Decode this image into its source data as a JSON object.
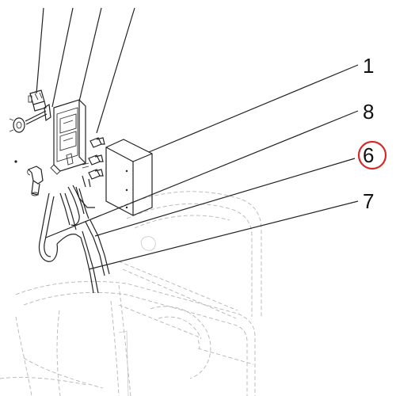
{
  "callouts": [
    {
      "id": "1",
      "label": "1",
      "highlighted": false
    },
    {
      "id": "8",
      "label": "8",
      "highlighted": false
    },
    {
      "id": "6",
      "label": "6",
      "highlighted": true
    },
    {
      "id": "7",
      "label": "7",
      "highlighted": false
    }
  ],
  "colors": {
    "ink": "#222222",
    "highlight_ring": "#d42a2a",
    "hidden_lines": "#b5b5b5",
    "background": "#ffffff"
  }
}
